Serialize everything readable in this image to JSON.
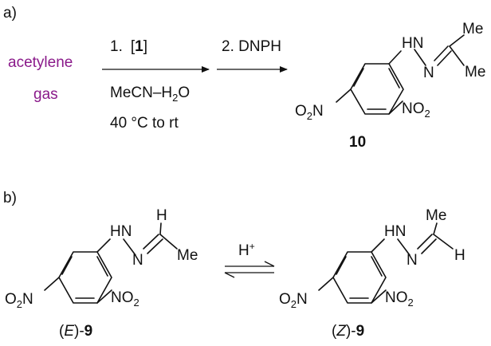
{
  "colors": {
    "reagent": "#8a1a8a",
    "ink": "#111111"
  },
  "panel_a": {
    "label": "a)",
    "reactant_line1": "acetylene",
    "reactant_line2": "gas",
    "step1_num": "1.",
    "step1_open": "[",
    "step1_ref": "1",
    "step1_close": "]",
    "solvent_pre": "MeCN–H",
    "solvent_sub": "2",
    "solvent_post": "O",
    "temperature": "40 °C to rt",
    "step2": "2. DNPH",
    "product": {
      "nh": "HN",
      "n": "N",
      "me_top": "Me",
      "me_right": "Me",
      "o2n_o": "O",
      "o2n_sub": "2",
      "o2n_n": "N",
      "no2_n": "NO",
      "no2_sub": "2",
      "compound_number": "10"
    }
  },
  "panel_b": {
    "label": "b)",
    "catalyst": "H",
    "catalyst_sup": "+",
    "e_isomer": {
      "nh": "HN",
      "n": "N",
      "h": "H",
      "me": "Me",
      "o2n_o": "O",
      "o2n_sub": "2",
      "o2n_n": "N",
      "no2_n": "NO",
      "no2_sub": "2",
      "caption_open": "(",
      "caption_stereo": "E",
      "caption_mid": ")-",
      "caption_num": "9"
    },
    "z_isomer": {
      "nh": "HN",
      "n": "N",
      "h": "H",
      "me": "Me",
      "o2n_o": "O",
      "o2n_sub": "2",
      "o2n_n": "N",
      "no2_n": "NO",
      "no2_sub": "2",
      "caption_open": "(",
      "caption_stereo": "Z",
      "caption_mid": ")-",
      "caption_num": "9"
    }
  }
}
